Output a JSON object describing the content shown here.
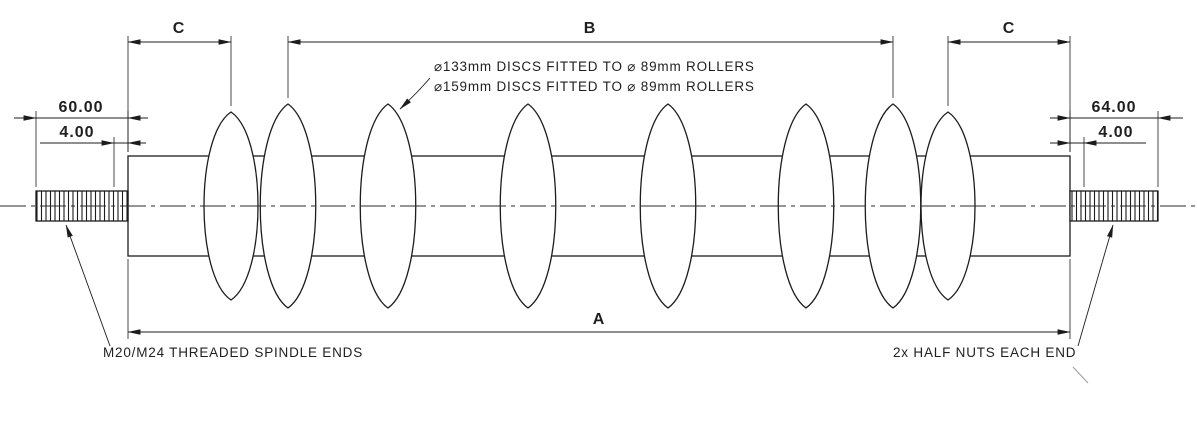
{
  "drawing": {
    "labels": {
      "c_left": "C",
      "b": "B",
      "c_right": "C",
      "a": "A"
    },
    "dimensions": {
      "left_thread": "60.00",
      "left_nut": "4.00",
      "right_thread": "64.00",
      "right_nut": "4.00"
    },
    "notes": {
      "discs_line1": "⌀133mm DISCS FITTED TO ⌀ 89mm ROLLERS",
      "discs_line2": "⌀159mm DISCS FITTED TO ⌀ 89mm ROLLERS",
      "spindle": "M20/M24 THREADED SPINDLE ENDS",
      "half_nuts": "2x HALF NUTS EACH END"
    },
    "colors": {
      "line": "#1c1c1c",
      "background": "#ffffff"
    }
  }
}
